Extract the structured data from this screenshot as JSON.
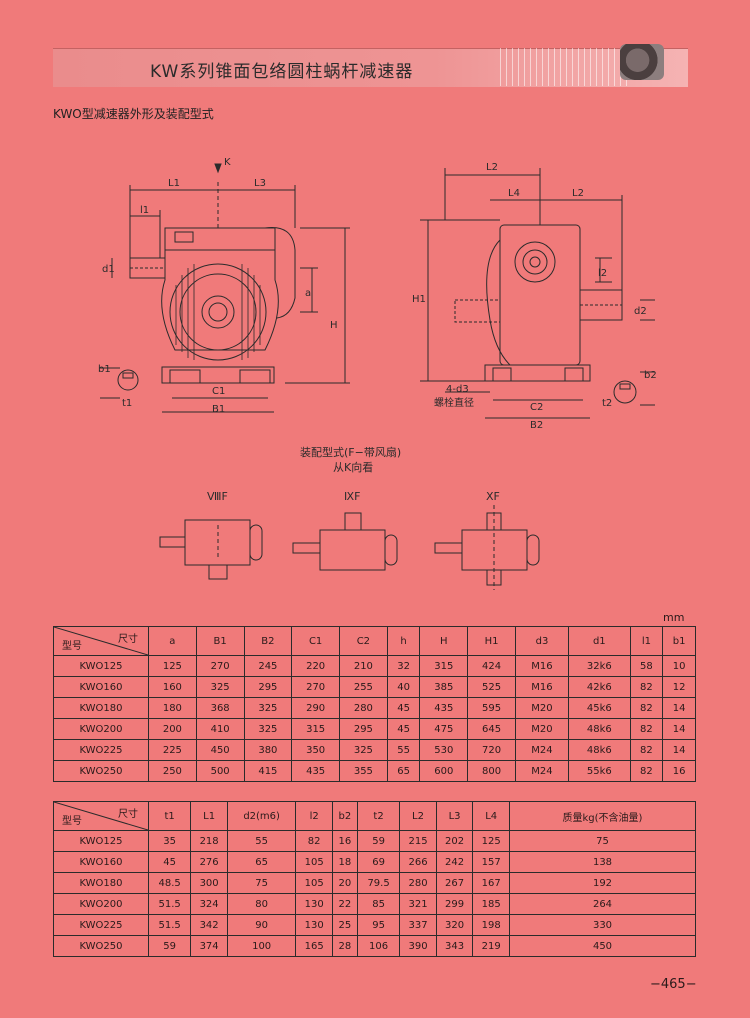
{
  "header": {
    "title": "KW系列锥面包络圆柱蜗杆减速器",
    "subtitle": "KWO型减速器外形及装配型式"
  },
  "drawing_labels": {
    "front": [
      "K",
      "L1",
      "L3",
      "l1",
      "d1",
      "a",
      "H",
      "b1",
      "t1",
      "C1",
      "B1"
    ],
    "side": [
      "L2",
      "L4",
      "L2",
      "l2",
      "H1",
      "d2",
      "4-d3",
      "螺栓直径",
      "C2",
      "B2",
      "b2",
      "t2"
    ],
    "assembly_title": "装配型式(F−带风扇)",
    "assembly_subtitle": "从K向看",
    "assembly_types": [
      "ⅧF",
      "ⅨF",
      "ⅩF"
    ]
  },
  "unit": "mm",
  "table1": {
    "corner_top": "尺寸",
    "corner_bottom": "型号",
    "headers": [
      "a",
      "B1",
      "B2",
      "C1",
      "C2",
      "h",
      "H",
      "H1",
      "d3",
      "d1",
      "l1",
      "b1"
    ],
    "rows": [
      [
        "KWO125",
        "125",
        "270",
        "245",
        "220",
        "210",
        "32",
        "315",
        "424",
        "M16",
        "32k6",
        "58",
        "10"
      ],
      [
        "KWO160",
        "160",
        "325",
        "295",
        "270",
        "255",
        "40",
        "385",
        "525",
        "M16",
        "42k6",
        "82",
        "12"
      ],
      [
        "KWO180",
        "180",
        "368",
        "325",
        "290",
        "280",
        "45",
        "435",
        "595",
        "M20",
        "45k6",
        "82",
        "14"
      ],
      [
        "KWO200",
        "200",
        "410",
        "325",
        "315",
        "295",
        "45",
        "475",
        "645",
        "M20",
        "48k6",
        "82",
        "14"
      ],
      [
        "KWO225",
        "225",
        "450",
        "380",
        "350",
        "325",
        "55",
        "530",
        "720",
        "M24",
        "48k6",
        "82",
        "14"
      ],
      [
        "KWO250",
        "250",
        "500",
        "415",
        "435",
        "355",
        "65",
        "600",
        "800",
        "M24",
        "55k6",
        "82",
        "16"
      ]
    ]
  },
  "table2": {
    "corner_top": "尺寸",
    "corner_bottom": "型号",
    "headers": [
      "t1",
      "L1",
      "d2(m6)",
      "l2",
      "b2",
      "t2",
      "L2",
      "L3",
      "L4",
      "质量kg(不含油量)"
    ],
    "rows": [
      [
        "KWO125",
        "35",
        "218",
        "55",
        "82",
        "16",
        "59",
        "215",
        "202",
        "125",
        "75"
      ],
      [
        "KWO160",
        "45",
        "276",
        "65",
        "105",
        "18",
        "69",
        "266",
        "242",
        "157",
        "138"
      ],
      [
        "KWO180",
        "48.5",
        "300",
        "75",
        "105",
        "20",
        "79.5",
        "280",
        "267",
        "167",
        "192"
      ],
      [
        "KWO200",
        "51.5",
        "324",
        "80",
        "130",
        "22",
        "85",
        "321",
        "299",
        "185",
        "264"
      ],
      [
        "KWO225",
        "51.5",
        "342",
        "90",
        "130",
        "25",
        "95",
        "337",
        "320",
        "198",
        "330"
      ],
      [
        "KWO250",
        "59",
        "374",
        "100",
        "165",
        "28",
        "106",
        "390",
        "343",
        "219",
        "450"
      ]
    ]
  },
  "footer": {
    "page_number": "−465−"
  }
}
